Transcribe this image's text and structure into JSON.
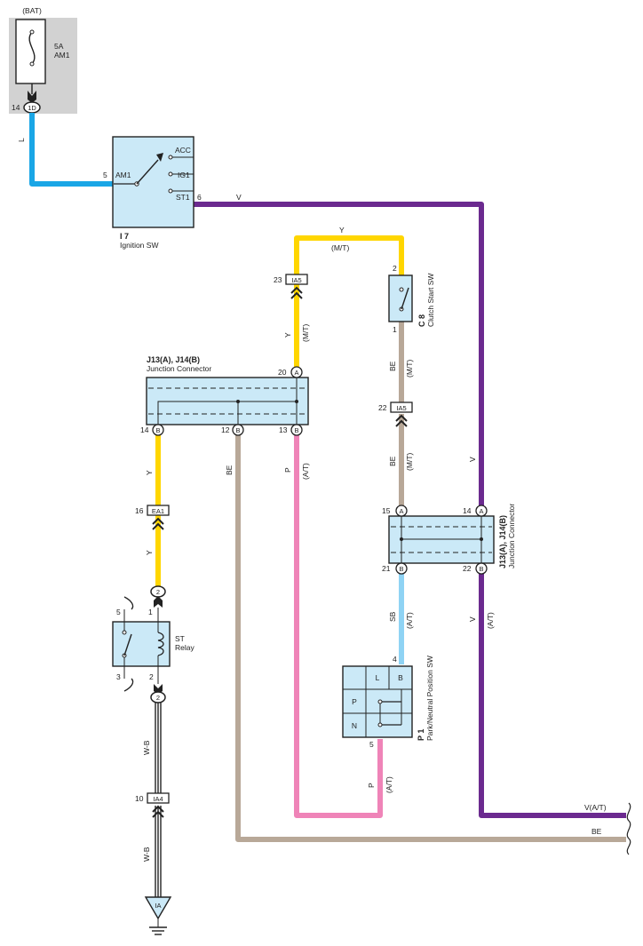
{
  "colors": {
    "wire_L": "#1aa6e6",
    "wire_V": "#6b2a8f",
    "wire_Y": "#ffd600",
    "wire_BE": "#b8a898",
    "wire_P": "#ef84b8",
    "wire_SB": "#8fd3f4",
    "wire_WB": "#111111",
    "component_fill": "#cbe9f7",
    "fuse_box_fill": "#d2d2d2"
  },
  "bat": {
    "label": "(BAT)",
    "fuse_rating": "5A",
    "fuse_name": "AM1",
    "pin": "14",
    "connector": "1D"
  },
  "ignition": {
    "code": "I 7",
    "name": "Ignition SW",
    "pin_am1": "5",
    "label_am1": "AM1",
    "label_acc": "ACC",
    "label_ig1": "IG1",
    "label_st1": "ST1",
    "pin_st1": "6"
  },
  "clutch": {
    "code": "C 8",
    "name": "Clutch Start SW",
    "pin_top": "2",
    "pin_bottom": "1"
  },
  "jc_left": {
    "title": "J13(A), J14(B)",
    "subtitle": "Junction Connector",
    "pin_a20": "20",
    "pin_b14": "14",
    "pin_b12": "12",
    "pin_b13": "13",
    "letter_a": "A",
    "letter_b": "B"
  },
  "jc_right": {
    "title": "J13(A), J14(B)",
    "subtitle": "Junction Connector",
    "pin_a15": "15",
    "pin_a14": "14",
    "pin_b21": "21",
    "pin_b22": "22"
  },
  "connectors": {
    "ia5_top": {
      "pin": "23",
      "name": "IA5"
    },
    "ia5_mid": {
      "pin": "22",
      "name": "IA5"
    },
    "ea1": {
      "pin": "16",
      "name": "EA1"
    },
    "ia4": {
      "pin": "10",
      "name": "IA4"
    }
  },
  "st_relay": {
    "name_line1": "ST",
    "name_line2": "Relay",
    "pin5": "5",
    "pin3": "3",
    "pin1": "1",
    "pin2": "2",
    "conn_top": "2",
    "conn_bottom": "2"
  },
  "pn_switch": {
    "code": "P 1",
    "name": "Park/Neutral Position SW",
    "cell_l": "L",
    "cell_b": "B",
    "cell_p": "P",
    "cell_n": "N",
    "pin_top": "4",
    "pin_bottom": "5"
  },
  "ground": {
    "label": "IA"
  },
  "wires": {
    "l": "L",
    "v_top": "V",
    "y_top": "Y",
    "mt_top": "(M/T)",
    "y_left": "Y",
    "mt_left": "(M/T)",
    "be_right": "BE",
    "mt_right": "(M/T)",
    "be_mid": "BE",
    "mt_mid": "(M/T)",
    "v_right": "V",
    "y_mid": "Y",
    "be_left": "BE",
    "p_left": "P",
    "at_left": "(A/T)",
    "y_low": "Y",
    "sb": "SB",
    "at_sb": "(A/T)",
    "v_low": "V",
    "at_v": "(A/T)",
    "wb_upper": "W-B",
    "wb_lower": "W-B",
    "p_low": "P",
    "at_p": "(A/T)",
    "v_at_end": "V(A/T)",
    "be_end": "BE"
  }
}
